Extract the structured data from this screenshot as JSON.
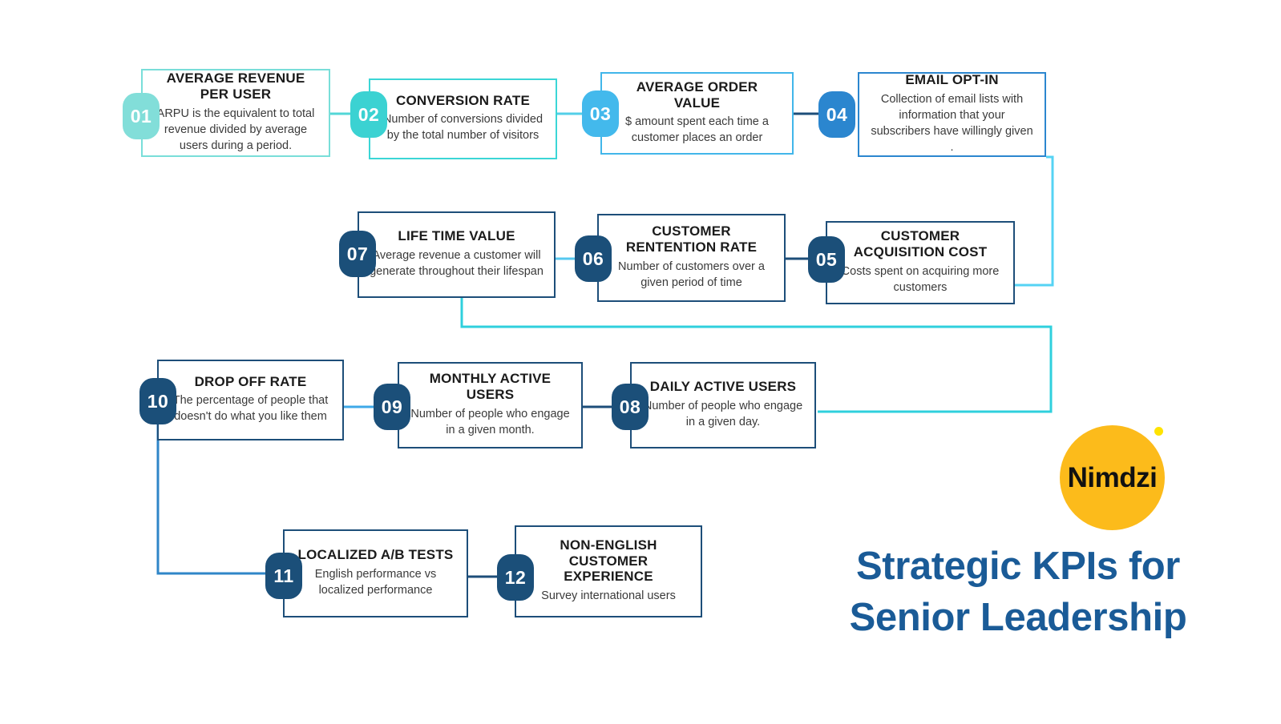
{
  "headline": {
    "line1": "Strategic KPIs for",
    "line2": "Senior Leadership",
    "color": "#1a5b97"
  },
  "logo": {
    "wordmark": "Nimdzi",
    "circle_color": "#fcbb1b",
    "text_color": "#111111",
    "dot_color": "#ffe300"
  },
  "palette": {
    "teal_light": "#82ded9",
    "teal": "#3bd2d2",
    "sky": "#43b9ec",
    "blue": "#2b86cf",
    "navy": "#1b4f79"
  },
  "cards": [
    {
      "number": "01",
      "title": "AVERAGE REVENUE PER USER",
      "description": "ARPU is the equivalent to total revenue divided by average users during a period.",
      "accent": "#82ded9"
    },
    {
      "number": "02",
      "title": "CONVERSION RATE",
      "description": "Number of conversions divided by the total number of visitors",
      "accent": "#3bd2d2"
    },
    {
      "number": "03",
      "title": "AVERAGE ORDER VALUE",
      "description": "$ amount spent each time a customer places an order",
      "accent": "#43b9ec"
    },
    {
      "number": "04",
      "title": "EMAIL OPT-IN",
      "description": "Collection of email lists with information that your subscribers have willingly given .",
      "accent": "#2b86cf"
    },
    {
      "number": "05",
      "title": "CUSTOMER ACQUISITION COST",
      "description": "Costs spent on acquiring more customers",
      "accent": "#1b4f79"
    },
    {
      "number": "06",
      "title": "CUSTOMER RENTENTION RATE",
      "description": "Number of customers  over a given period of time",
      "accent": "#1b4f79"
    },
    {
      "number": "07",
      "title": "LIFE TIME VALUE",
      "description": "Average revenue  a customer will generate throughout their lifespan",
      "accent": "#1b4f79"
    },
    {
      "number": "08",
      "title": "DAILY ACTIVE USERS",
      "description": "Number of people who engage in a given day.",
      "accent": "#1b4f79"
    },
    {
      "number": "09",
      "title": "MONTHLY ACTIVE USERS",
      "description": "Number of people who engage in a given month.",
      "accent": "#1b4f79"
    },
    {
      "number": "10",
      "title": "DROP OFF RATE",
      "description": "The percentage of people that doesn't do what you like them",
      "accent": "#1b4f79"
    },
    {
      "number": "11",
      "title": "LOCALIZED A/B TESTS",
      "description": "English performance vs localized performance",
      "accent": "#1b4f79"
    },
    {
      "number": "12",
      "title": "NON-ENGLISH CUSTOMER EXPERIENCE",
      "description": "Survey international users",
      "accent": "#1b4f79"
    }
  ]
}
